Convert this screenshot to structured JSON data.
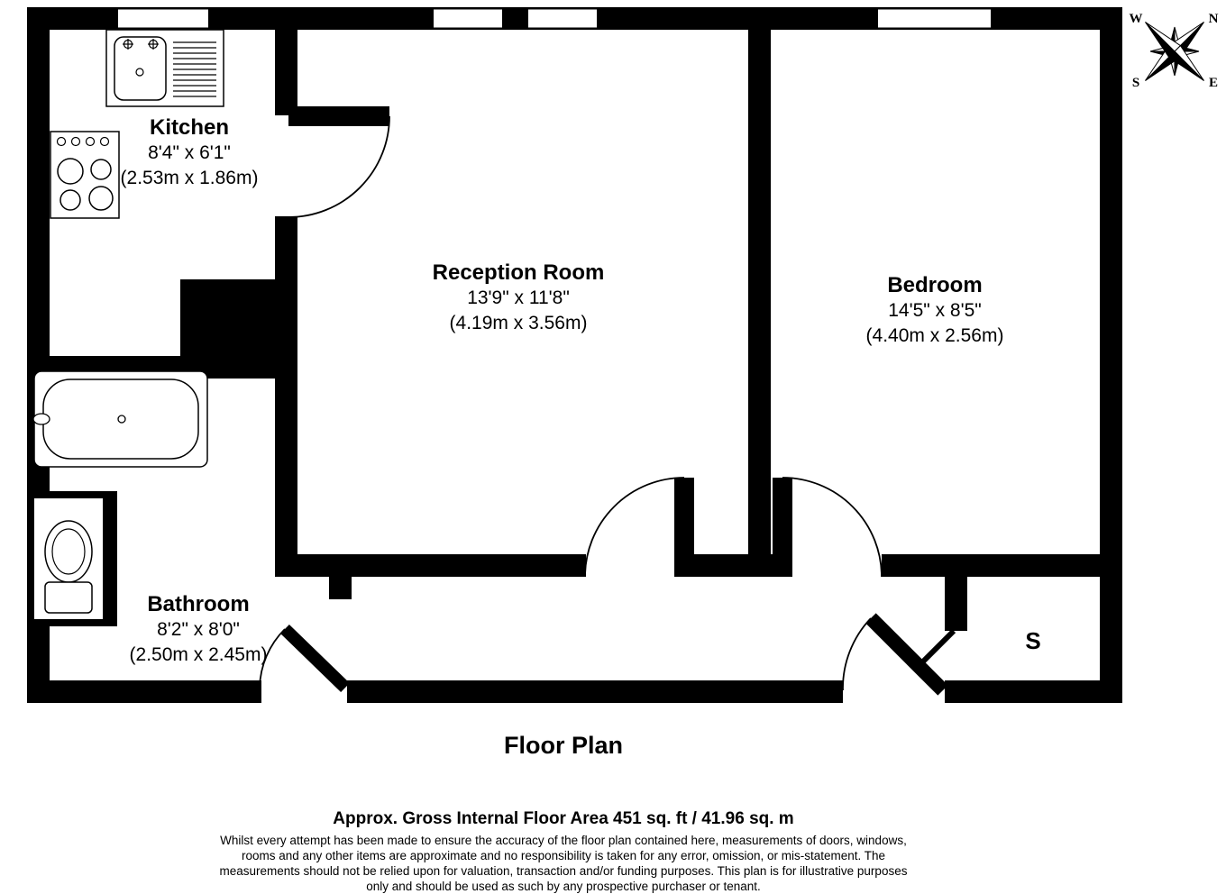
{
  "title": "Floor Plan",
  "compass": {
    "n": "N",
    "e": "E",
    "s": "S",
    "w": "W"
  },
  "rooms": {
    "kitchen": {
      "name": "Kitchen",
      "imperial": "8'4\" x 6'1\"",
      "metric": "(2.53m x 1.86m)"
    },
    "reception": {
      "name": "Reception Room",
      "imperial": "13'9\" x 11'8\"",
      "metric": "(4.19m x 3.56m)"
    },
    "bedroom": {
      "name": "Bedroom",
      "imperial": "14'5\" x 8'5\"",
      "metric": "(4.40m x 2.56m)"
    },
    "bathroom": {
      "name": "Bathroom",
      "imperial": "8'2\" x 8'0\"",
      "metric": "(2.50m x 2.45m)"
    },
    "storage": {
      "name": "S"
    }
  },
  "footer": {
    "area_line": "Approx. Gross Internal Floor Area 451 sq. ft / 41.96 sq. m",
    "disclaimer_lines": [
      "Whilst every attempt has been made to ensure the accuracy of the floor plan contained here, measurements of doors, windows,",
      "rooms and any other items are approximate and no responsibility is taken for any error, omission, or mis-statement. The",
      "measurements should not be relied upon for valuation, transaction and/or funding purposes. This plan is for illustrative purposes",
      "only and should be used as such by any prospective purchaser or tenant."
    ]
  },
  "colors": {
    "ink": "#000000",
    "paper": "#ffffff"
  }
}
